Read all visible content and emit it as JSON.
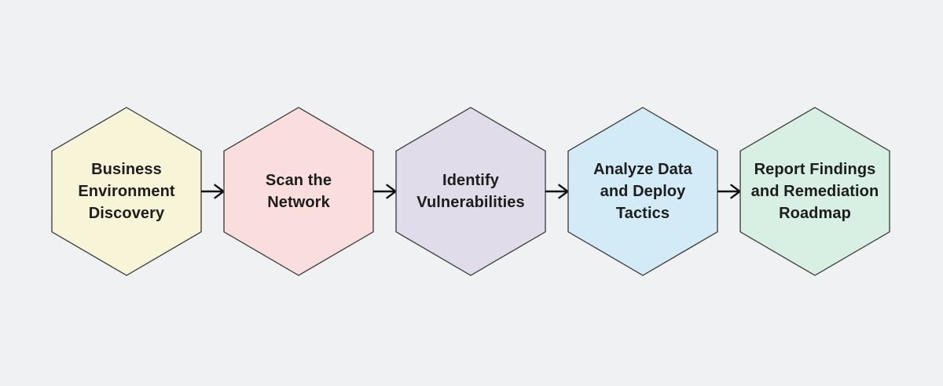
{
  "background_color": "#eff1f3",
  "diagram": {
    "type": "flowchart",
    "direction": "left-to-right",
    "shape": "hexagon",
    "border_color": "#383838",
    "text_color": "#1d1d1d",
    "connector_color": "#111111",
    "steps": [
      {
        "label": "Business Environment Discovery",
        "label_text": "Business\nEnvironment\nDiscovery",
        "fill": "#f8f4d7"
      },
      {
        "label": "Scan the Network",
        "label_text": "Scan the\nNetwork",
        "fill": "#f9dedd"
      },
      {
        "label": "Identify Vulnerabilities",
        "label_text": "Identify\nVulnerabilities",
        "fill": "#e0dcea"
      },
      {
        "label": "Analyze Data and Deploy Tactics",
        "label_text": "Analyze Data\nand Deploy\nTactics",
        "fill": "#d3ebf6"
      },
      {
        "label": "Report Findings and Remediation Roadmap",
        "label_text": "Report Findings\nand Remediation\nRoadmap",
        "fill": "#d7f0e3"
      }
    ]
  }
}
